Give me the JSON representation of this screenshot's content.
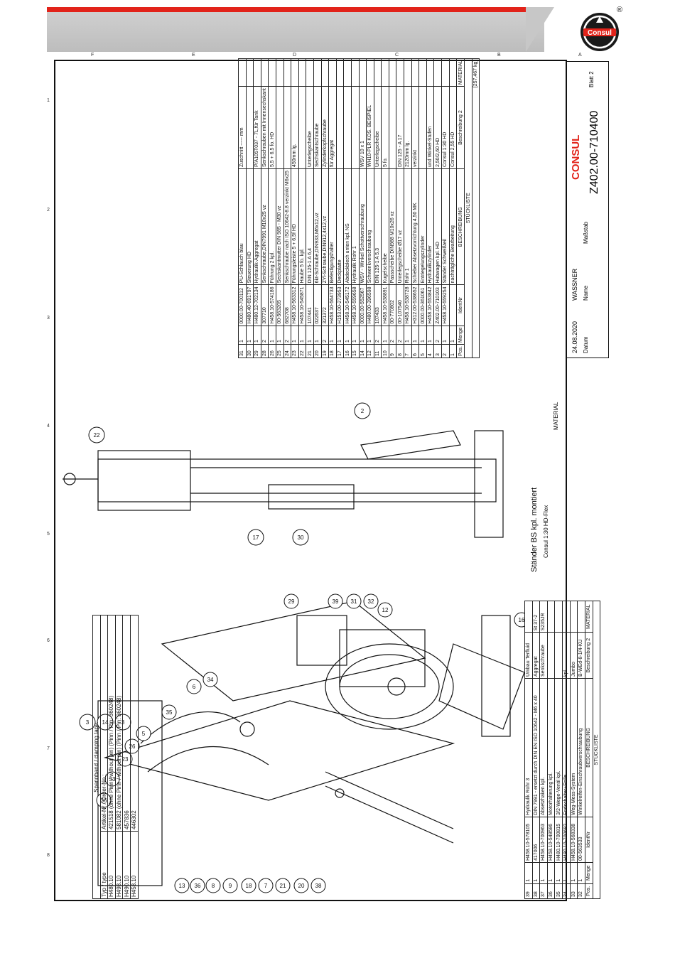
{
  "brand": {
    "name": "Consul",
    "registered": "®",
    "accent": "#e2231a",
    "header_grey": "#c7c7c7"
  },
  "frame": {
    "top_letters": [
      "F",
      "E",
      "D",
      "C",
      "B",
      "A"
    ],
    "side_numbers": [
      "1",
      "2",
      "3",
      "4",
      "5",
      "6",
      "7",
      "8"
    ]
  },
  "parts_list_top": {
    "header": [
      "Pos.",
      "Menge",
      "IdentNr",
      "BESCHREIBUNG",
      "Beschreibung 2",
      "MATERIAL"
    ],
    "title": "STÜCKLISTE",
    "weight": "[257,467 kg]",
    "rows": [
      [
        "31",
        "1",
        "0000.00-700112",
        "PU-Schlauch blau",
        "Zuschnitt ----- mm",
        ""
      ],
      [
        "30",
        "1",
        "H480.40-691797",
        "Steuerung HD",
        "",
        ""
      ],
      [
        "29",
        "1",
        "H480.12-702134",
        "Hydraulik-Aggregat",
        "P/A105T037 - 7L,für Tank",
        ""
      ],
      [
        "28",
        "2",
        "307710",
        "Senkschraube,DIN7991 M10x25 vz",
        "Senkschrauben mit Innensechskant",
        ""
      ],
      [
        "26",
        "1",
        "H458.10-574186",
        "Führung 2 kpl.",
        "5,5 + 6,5 fo. HD",
        ""
      ],
      [
        "25",
        "1",
        "00-563205",
        "Sechskantmutter DIN 985 - M30 vz",
        "",
        ""
      ],
      [
        "24",
        "2",
        "682708",
        "Senkschraube nach ISO 10642-8.8 verzinkt M6x25",
        "",
        ""
      ],
      [
        "23",
        "1",
        "H458.10-563312",
        "Führungsleiste 5 + 6,5f HD",
        "450mm lg.",
        ""
      ],
      [
        "22",
        "1",
        "H458.10-545871",
        "Haube 5 fo. kpl.",
        "",
        ""
      ],
      [
        "21",
        "1",
        "107441",
        "DIN 125-1 A 6,4",
        "Unterlegscheibe",
        ""
      ],
      [
        "20",
        "1",
        "022637",
        "6kt-Schraube,DIN933,M6x12,vz",
        "Sechskantschraube",
        ""
      ],
      [
        "19",
        "2",
        "321372",
        "ZYl-Schraube,DIN912,4x12,vz",
        "Zylinderkopfschraube",
        ""
      ],
      [
        "18",
        "1",
        "H458.10-564733",
        "Befestigungshalter",
        "für Aggregat",
        ""
      ],
      [
        "17",
        "1",
        "H153.00-273953",
        "Deckplatte",
        "",
        ""
      ],
      [
        "16",
        "1",
        "H458.10-545172",
        "Abdeckblech unten kpl. NS",
        "",
        ""
      ],
      [
        "15",
        "1",
        "H458.10-559658",
        "Hydraulik Rohr 1",
        "",
        ""
      ],
      [
        "14",
        "1",
        "0000.00-552567",
        "WSV - Winkel Schottverschraubung",
        "WSV 10 x 1",
        ""
      ],
      [
        "12",
        "1",
        "H480.00-396598",
        "Schwenkverschraubung",
        "WH10-PLR KOS. BEISPIEL",
        ""
      ],
      [
        "11",
        "2",
        "107433",
        "DIN 125-1 A 5,3",
        "Unterlegscheibe",
        ""
      ],
      [
        "10",
        "1",
        "H458.10-538891",
        "Kugelscheibe",
        "5 fo.",
        ""
      ],
      [
        "9",
        "2",
        "00-770802",
        "Passscheibe DIN988 M10x26 vz",
        "",
        ""
      ],
      [
        "8",
        "2",
        "00-107540",
        "Unterlegscheibe Ø17 vz",
        "DIN 125 - A 17",
        ""
      ],
      [
        "7",
        "1",
        "H458.10-538728",
        "Rohr 1",
        "2120mm lg.",
        ""
      ],
      [
        "6",
        "1",
        "H312.00-538652",
        "Schieber Absetzvorrichtung 4,50 MK",
        "verzinkt",
        ""
      ],
      [
        "5",
        "1",
        "0000.00-361061",
        "Entriegelungszylinder",
        "",
        ""
      ],
      [
        "4",
        "1",
        "H458.10-553842",
        "Hydraulikzylinder",
        "und Winkel-Stufen",
        ""
      ],
      [
        "3",
        "2",
        "Z402.00-710103",
        "Hubwagen kpl. HD",
        "2,50/2,60 HD",
        ""
      ],
      [
        "2",
        "1",
        "H458.10-559254",
        "Ständer Schweißteil",
        "Consul 1:30 HD",
        ""
      ],
      [
        "1",
        "1",
        "",
        "nachträgliche Bearbeitung",
        "Consul 2,55 HD",
        ""
      ]
    ]
  },
  "parts_list_bottom": {
    "header": [
      "Pos.",
      "Menge",
      "IdentNr",
      "BESCHREIBUNG",
      "Beschreibung 2",
      "MATERIAL"
    ],
    "title": "STÜCKLISTE",
    "rows": [
      [
        "39",
        "1",
        "H458.10-578105",
        "Hydraulik Rohr 3",
        "Umbau Terfluid",
        ""
      ],
      [
        "38",
        "1",
        "417006",
        "DIN 7991 - ersetzt durch DIN EN ISO 10642 - M6 x 40",
        "Aggregat",
        "St 37-2"
      ],
      [
        "37",
        "1",
        "H458.10-700963",
        "Absetzhaken kpl.",
        "Senkschraube",
        "S235JR"
      ],
      [
        "36",
        "1",
        "H458.10-548586",
        "Motorhalterung kpl.",
        "",
        ""
      ],
      [
        "35",
        "1",
        "H480.10-700815",
        "3/2-Wege-Ventil kpl.",
        "",
        ""
      ],
      [
        "34",
        "1",
        "H480.10-700682",
        "Endschalter+Rolle",
        "kpl.",
        ""
      ],
      [
        "33",
        "1",
        "H458.10-568338",
        "Weg-Mess-System",
        "Jumbo",
        ""
      ],
      [
        "32",
        "1",
        "00-563533",
        "Winkelreifen-Einschraubverschraubung",
        "B-WEd-8-1/4-KU",
        ""
      ]
    ]
  },
  "title_block": {
    "company": "CONSUL",
    "drawing_number": "Z402.00-710400",
    "title": "Ständer BS kpl. montiert",
    "subtitle": "Consul 1:30 HD-Flex",
    "sheet": "Blatt 2",
    "scale_label": "Maßstab",
    "date_label": "Datum",
    "name_label": "Name",
    "drawn_date": "24.08.2020",
    "drawn_name": "WASSNER",
    "material_label": "MATERIAL",
    "description_label": "BESCHREIBUNG"
  },
  "type_table": {
    "title": "Spannband / clamping tape:",
    "col1_header": "Typ / type",
    "col2_header": "Artikel-Nr / Order-No.:",
    "rows": [
      [
        "H480.10",
        "421518 (ohne Pinn / without pin) (Pinn / Pin: 360248)"
      ],
      [
        "H498.10",
        "581082 (ohne Pinn / without pin) (Pinn / Pin: 360248)"
      ],
      [
        "H490.10",
        "457836"
      ],
      [
        "H458.10",
        "446302"
      ]
    ]
  },
  "balloons": [
    "3",
    "14",
    "3",
    "36",
    "33",
    "23",
    "26",
    "5",
    "35",
    "6",
    "34",
    "29",
    "39",
    "31",
    "32",
    "12",
    "16",
    "1",
    "13",
    "36",
    "8",
    "9",
    "18",
    "7",
    "21",
    "20",
    "38",
    "22",
    "2",
    "17",
    "30"
  ]
}
